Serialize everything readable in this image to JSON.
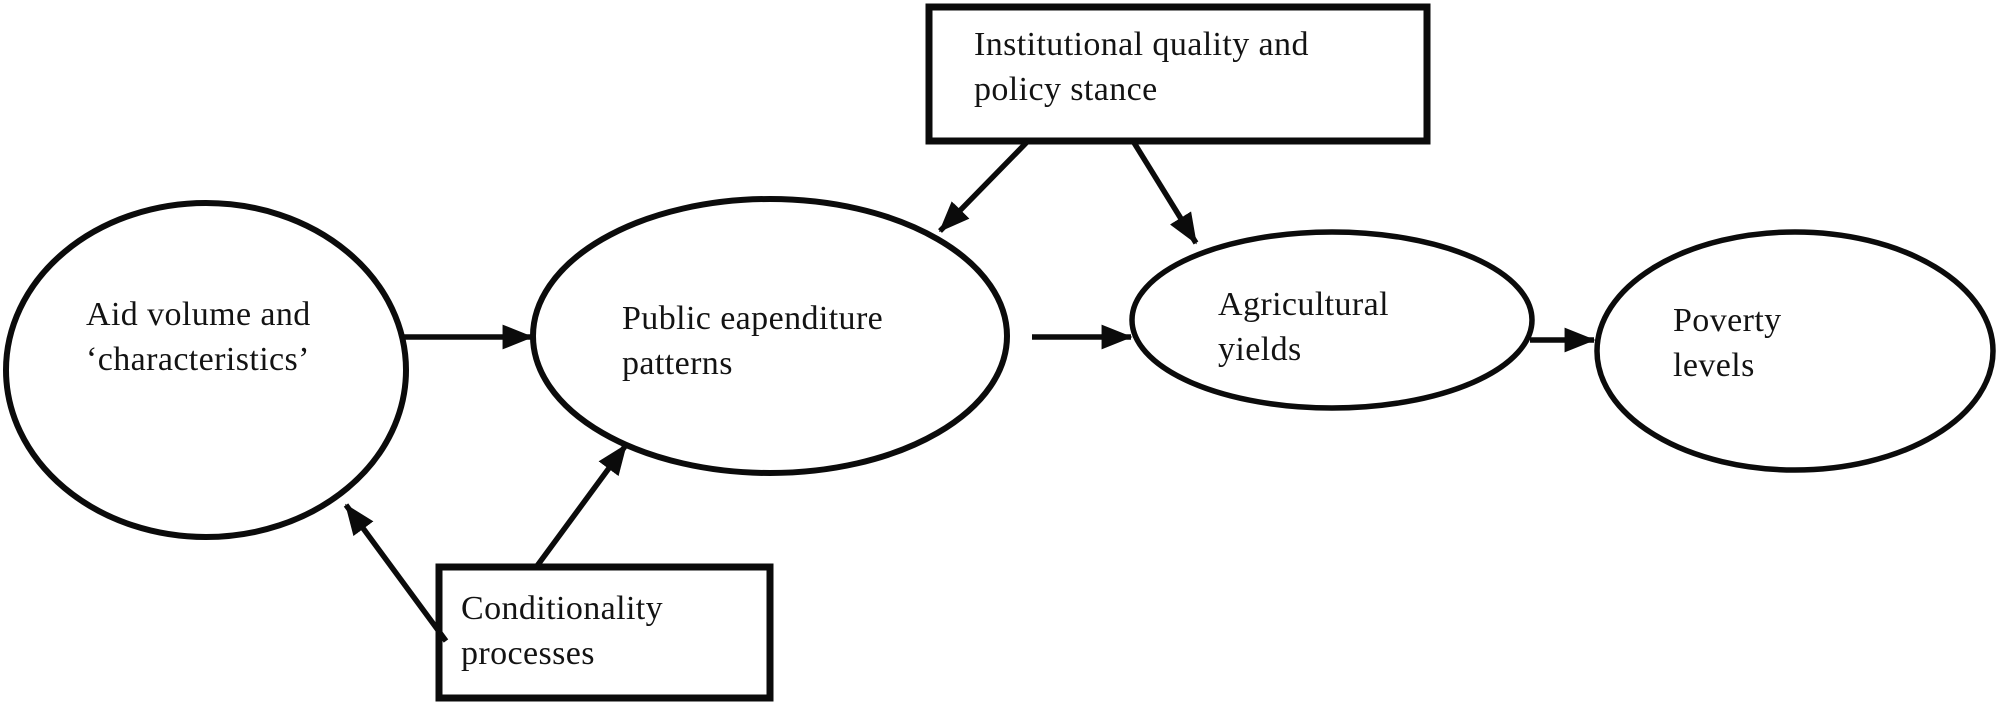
{
  "diagram": {
    "type": "flow-diagram",
    "nodes": {
      "institutional": {
        "shape": "rectangle",
        "label": "Institutional quality and\npolicy stance"
      },
      "aid": {
        "shape": "ellipse",
        "label": "Aid volume and\n‘characteristics’"
      },
      "expenditure": {
        "shape": "ellipse",
        "label": "Public eapenditure\npatterns"
      },
      "agricultural": {
        "shape": "ellipse",
        "label": "Agricultural\nyields"
      },
      "poverty": {
        "shape": "ellipse",
        "label": "Poverty\nlevels"
      },
      "conditionality": {
        "shape": "rectangle",
        "label": "Conditionality\nprocesses"
      }
    },
    "edges": [
      {
        "from": "aid",
        "to": "expenditure"
      },
      {
        "from": "institutional",
        "to": "expenditure"
      },
      {
        "from": "institutional",
        "to": "agricultural"
      },
      {
        "from": "expenditure",
        "to": "agricultural"
      },
      {
        "from": "agricultural",
        "to": "poverty"
      },
      {
        "from": "conditionality",
        "to": "aid"
      },
      {
        "from": "conditionality",
        "to": "expenditure"
      }
    ],
    "colors": {
      "stroke": "#0b0b0b",
      "node_fill": "#ffffff",
      "text": "#131313",
      "background": "#ffffff"
    }
  }
}
